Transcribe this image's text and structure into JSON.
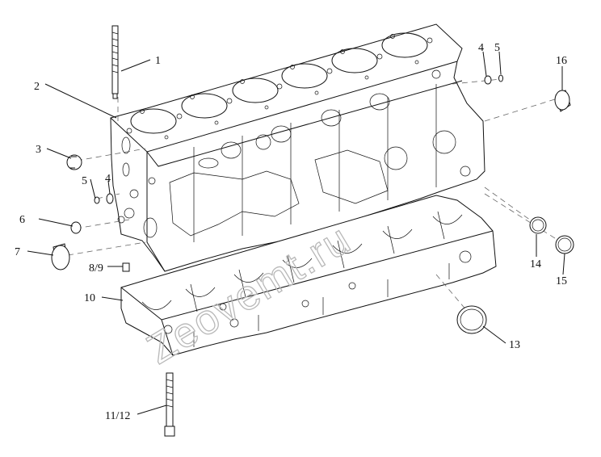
{
  "watermark": "Zeovemt.ru",
  "labels": [
    {
      "id": "1",
      "text": "1"
    },
    {
      "id": "2",
      "text": "2"
    },
    {
      "id": "3",
      "text": "3"
    },
    {
      "id": "4a",
      "text": "4"
    },
    {
      "id": "5a",
      "text": "5"
    },
    {
      "id": "6",
      "text": "6"
    },
    {
      "id": "7",
      "text": "7"
    },
    {
      "id": "89",
      "text": "8/9"
    },
    {
      "id": "10",
      "text": "10"
    },
    {
      "id": "1112",
      "text": "11/12"
    },
    {
      "id": "4b",
      "text": "4"
    },
    {
      "id": "5b",
      "text": "5"
    },
    {
      "id": "16",
      "text": "16"
    },
    {
      "id": "14",
      "text": "14"
    },
    {
      "id": "15",
      "text": "15"
    },
    {
      "id": "13",
      "text": "13"
    }
  ]
}
